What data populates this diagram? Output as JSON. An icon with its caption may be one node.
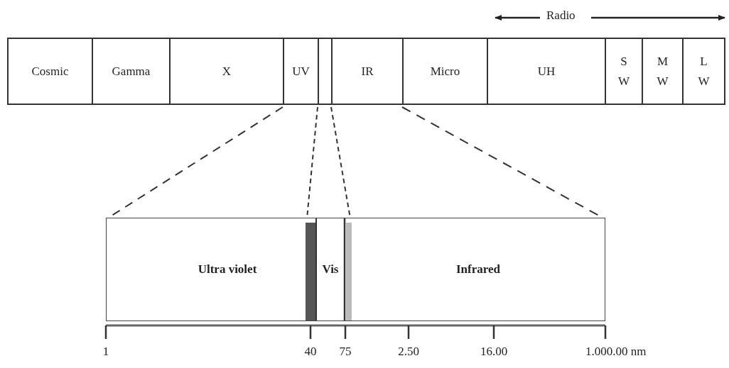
{
  "diagram": {
    "nodes": [
      {
        "text": [
          "Cosmic"
        ]
      },
      {
        "text": [
          "Gamma"
        ]
      },
      {
        "text": [
          "X"
        ]
      },
      {
        "text": [
          "UV"
        ]
      },
      {
        "text": [],
        "shape": "box"
      },
      {
        "text": [
          "IR"
        ]
      },
      {
        "text": [
          "Micro"
        ]
      },
      {
        "text": [
          "UH"
        ]
      },
      {
        "text": [
          "S W"
        ]
      },
      {
        "text": [
          "M W"
        ]
      },
      {
        "text": [
          "L W"
        ]
      },
      {
        "text": [
          "Ultra violet"
        ]
      },
      {
        "text": [
          "Vis"
        ]
      },
      {
        "text": [
          "Infrared"
        ]
      }
    ],
    "edges": [
      {
        "from": 3,
        "to": 11,
        "arrow": "none",
        "style": "dashed"
      },
      {
        "from": 4,
        "to": 12,
        "arrow": "none",
        "style": "dashed"
      },
      {
        "from": 4,
        "to": 12,
        "arrow": "none",
        "style": "dashed"
      },
      {
        "from": 5,
        "to": 13,
        "arrow": "none",
        "style": "dashed"
      }
    ],
    "labels": [
      "Radio",
      "1",
      "40",
      "75",
      "2.50",
      "16.00",
      "1.000.00 nm"
    ]
  }
}
